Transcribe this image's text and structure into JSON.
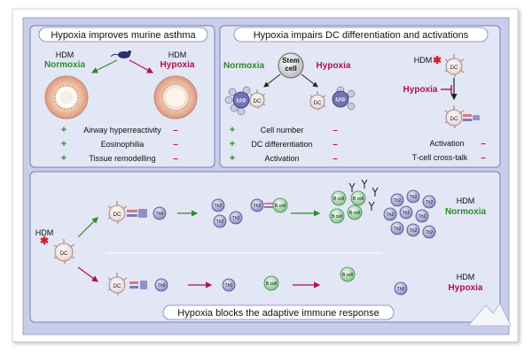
{
  "panel_top_left": {
    "title": "Hypoxia improves murine asthma",
    "hdm_left": "HDM",
    "condition_left": "Normoxia",
    "hdm_right": "HDM",
    "condition_right": "Hypoxia",
    "effects": [
      {
        "sign_left": "+",
        "label": "Airway hyperreactivity",
        "sign_right": "–"
      },
      {
        "sign_left": "+",
        "label": "Eosinophilia",
        "sign_right": "–"
      },
      {
        "sign_left": "+",
        "label": "Tissue remodelling",
        "sign_right": "–"
      }
    ]
  },
  "panel_top_right": {
    "title": "Hypoxia impairs DC differentiation and activations",
    "stem_cell_line1": "Stem",
    "stem_cell_line2": "cell",
    "condition_left": "Normoxia",
    "condition_mid": "Hypoxia",
    "mo_label": "MΦ",
    "dc_label": "DC",
    "effects": [
      {
        "sign_left": "+",
        "label": "Cell number",
        "sign_right": "–"
      },
      {
        "sign_left": "+",
        "label": "DC differentiation",
        "sign_right": "–"
      },
      {
        "sign_left": "+",
        "label": "Activation",
        "sign_right": "–"
      }
    ],
    "hdm": "HDM",
    "hypoxia_inhibit": "Hypoxia",
    "activation_label": "Activation",
    "activation_sign": "–",
    "tcell_label": "T-cell cross-talk",
    "tcell_sign": "–"
  },
  "panel_bottom": {
    "title": "Hypoxia blocks the adaptive immune response",
    "hdm": "HDM",
    "dc_label": "DC",
    "th0_label": "Th0",
    "th2_label": "Th2",
    "bcell_label": "B cell",
    "normoxia_hdm": "HDM",
    "normoxia_label": "Normoxia",
    "hypoxia_hdm": "HDM",
    "hypoxia_label": "Hypoxia"
  },
  "colors": {
    "panel_fill": "#e3e6f4",
    "panel_stroke": "#7a80b5",
    "normoxia": "#2e8b2e",
    "hypoxia": "#b0104f",
    "th_cell": "#8e92c8",
    "b_cell": "#8fc79a",
    "dc_cell": "#f4d6d0"
  }
}
